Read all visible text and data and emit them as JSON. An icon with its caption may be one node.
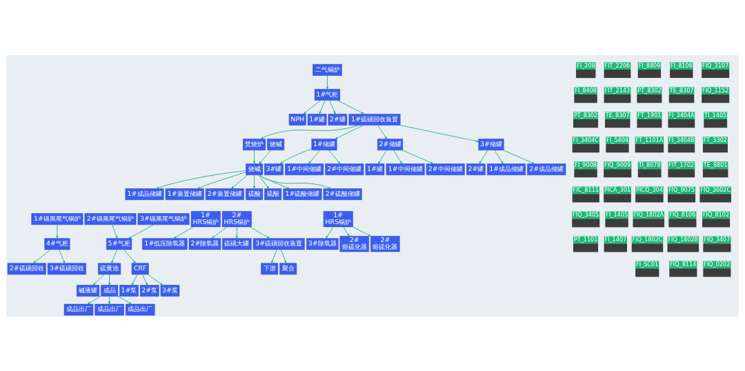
{
  "diagram": {
    "nodes": [
      {
        "text": [
          "二气锅炉"
        ]
      },
      {
        "text": [
          "1#碳黑尾气锅炉"
        ]
      },
      {
        "text": [
          "2#碳黑尾气锅炉"
        ]
      },
      {
        "text": [
          "3#碳黑尾气锅炉"
        ]
      },
      {
        "text": [
          "1# HRS锅炉"
        ]
      },
      {
        "text": [
          "2# HRS锅炉"
        ]
      },
      {
        "text": [
          "1# HRS锅炉"
        ]
      },
      {
        "text": [
          "1#气柜"
        ]
      },
      {
        "text": [
          "4#气柜"
        ]
      },
      {
        "text": [
          "5#气柜"
        ]
      },
      {
        "text": [
          "1#低压除氧器"
        ]
      },
      {
        "text": [
          "2#除氧器"
        ]
      },
      {
        "text": [
          "硫磺大罐"
        ]
      },
      {
        "text": [
          "3#除氧器"
        ]
      },
      {
        "text": [
          "2# 熔硫化器"
        ]
      },
      {
        "text": [
          "2# 熔硫化器"
        ]
      },
      {
        "text": [
          "NPH"
        ]
      },
      {
        "text": [
          "1#罐"
        ]
      },
      {
        "text": [
          "2#罐"
        ]
      },
      {
        "text": [
          "1#硫磺回收装置"
        ]
      },
      {
        "text": [
          "2#硫磺回收"
        ]
      },
      {
        "text": [
          "3#硫磺回收"
        ]
      },
      {
        "text": [
          "3#硫磺回收装置"
        ]
      },
      {
        "text": [
          "焚烧炉"
        ]
      },
      {
        "text": [
          "硫黄池"
        ]
      },
      {
        "text": [
          "CRF"
        ]
      },
      {
        "text": [
          "碱液罐"
        ]
      },
      {
        "text": [
          "1#储罐"
        ]
      },
      {
        "text": [
          "2#储罐"
        ]
      },
      {
        "text": [
          "3#储罐"
        ]
      },
      {
        "text": [
          "3#罐"
        ]
      },
      {
        "text": [
          "1#罐"
        ]
      },
      {
        "text": [
          "2#罐"
        ]
      },
      {
        "text": [
          "1#中间储罐"
        ]
      },
      {
        "text": [
          "2#中间储罐"
        ]
      },
      {
        "text": [
          "1#中间储罐"
        ]
      },
      {
        "text": [
          "2#中间储罐"
        ]
      },
      {
        "text": [
          "1#成品储罐"
        ]
      },
      {
        "text": [
          "2#成品储罐"
        ]
      },
      {
        "text": [
          "1#成品储罐"
        ]
      },
      {
        "text": [
          "1#装置储罐"
        ]
      },
      {
        "text": [
          "2#装置储罐"
        ]
      },
      {
        "text": [
          "硫酸"
        ]
      },
      {
        "text": [
          "硫酸"
        ]
      },
      {
        "text": [
          "1#硫酸储罐"
        ]
      },
      {
        "text": [
          "2#硫酸储罐"
        ]
      },
      {
        "text": [
          "烧碱"
        ]
      },
      {
        "text": [
          "烧碱"
        ]
      },
      {
        "text": [
          "1#泵"
        ]
      },
      {
        "text": [
          "2#泵"
        ]
      },
      {
        "text": [
          "3#泵"
        ]
      },
      {
        "text": [
          "成品"
        ]
      },
      {
        "text": [
          "成品出厂"
        ]
      },
      {
        "text": [
          "成品出厂"
        ]
      },
      {
        "text": [
          "成品出厂"
        ]
      },
      {
        "text": [
          "下游"
        ]
      },
      {
        "text": [
          "聚合"
        ]
      }
    ],
    "edges": [
      {
        "from": 0,
        "to": 7,
        "arrow": "to"
      },
      {
        "from": 1,
        "to": 8,
        "arrow": "to"
      },
      {
        "from": 2,
        "to": 9,
        "arrow": "to"
      },
      {
        "from": 3,
        "to": 9,
        "arrow": "to"
      },
      {
        "from": 4,
        "to": 10,
        "arrow": "to"
      },
      {
        "from": 5,
        "to": 11,
        "arrow": "to"
      },
      {
        "from": 5,
        "to": 12,
        "arrow": "to"
      },
      {
        "from": 6,
        "to": 13,
        "arrow": "to"
      },
      {
        "from": 6,
        "to": 14,
        "arrow": "to"
      },
      {
        "from": 6,
        "to": 15,
        "arrow": "to"
      },
      {
        "from": 5,
        "to": 22,
        "arrow": "to"
      },
      {
        "from": 7,
        "to": 16,
        "arrow": "to"
      },
      {
        "from": 7,
        "to": 17,
        "arrow": "to"
      },
      {
        "from": 7,
        "to": 18,
        "arrow": "to"
      },
      {
        "from": 7,
        "to": 19,
        "arrow": "to"
      },
      {
        "from": 8,
        "to": 20,
        "arrow": "to"
      },
      {
        "from": 8,
        "to": 21,
        "arrow": "to"
      },
      {
        "from": 19,
        "to": 23,
        "arrow": "to"
      },
      {
        "from": 19,
        "to": 27,
        "arrow": "to"
      },
      {
        "from": 19,
        "to": 28,
        "arrow": "to"
      },
      {
        "from": 19,
        "to": 29,
        "arrow": "to"
      },
      {
        "from": 27,
        "to": 30,
        "arrow": "to"
      },
      {
        "from": 27,
        "to": 33,
        "arrow": "to"
      },
      {
        "from": 27,
        "to": 34,
        "arrow": "to"
      },
      {
        "from": 28,
        "to": 31,
        "arrow": "to"
      },
      {
        "from": 28,
        "to": 35,
        "arrow": "to"
      },
      {
        "from": 28,
        "to": 36,
        "arrow": "to"
      },
      {
        "from": 29,
        "to": 32,
        "arrow": "to"
      },
      {
        "from": 29,
        "to": 37,
        "arrow": "to"
      },
      {
        "from": 29,
        "to": 38,
        "arrow": "to"
      },
      {
        "from": 23,
        "to": 46,
        "arrow": "to"
      },
      {
        "from": 46,
        "to": 39,
        "arrow": "to"
      },
      {
        "from": 46,
        "to": 40,
        "arrow": "to"
      },
      {
        "from": 46,
        "to": 41,
        "arrow": "to"
      },
      {
        "from": 46,
        "to": 42,
        "arrow": "to"
      },
      {
        "from": 46,
        "to": 43,
        "arrow": "to"
      },
      {
        "from": 46,
        "to": 44,
        "arrow": "to"
      },
      {
        "from": 46,
        "to": 45,
        "arrow": "to"
      },
      {
        "from": 9,
        "to": 24,
        "arrow": "to"
      },
      {
        "from": 9,
        "to": 25,
        "arrow": "to"
      },
      {
        "from": 25,
        "to": 48,
        "arrow": "to"
      },
      {
        "from": 25,
        "to": 49,
        "arrow": "to"
      },
      {
        "from": 25,
        "to": 50,
        "arrow": "to"
      },
      {
        "from": 47,
        "to": 46,
        "arrow": "to"
      },
      {
        "from": 24,
        "to": 26,
        "arrow": "to"
      },
      {
        "from": 24,
        "to": 51,
        "arrow": "to"
      },
      {
        "from": 51,
        "to": 52,
        "arrow": "to"
      },
      {
        "from": 51,
        "to": 53,
        "arrow": "to"
      },
      {
        "from": 51,
        "to": 54,
        "arrow": "to"
      },
      {
        "from": 22,
        "to": 55,
        "arrow": "to"
      },
      {
        "from": 22,
        "to": 56,
        "arrow": "to"
      }
    ],
    "labels": [
      "FIQ_3107",
      "FI_8106",
      "FI_8809",
      "FIT_2206",
      "FI_208",
      "FIQ_1152",
      "TE_8307",
      "PT_8302",
      "FIT_2143",
      "FI_8408",
      "TI_1405",
      "FI_3404A",
      "FT_1901",
      "TE_8307",
      "PT_8302",
      "FT_3302",
      "FI_3404B",
      "FT_1101A",
      "FI_5404",
      "FI_3404C",
      "TE_8801",
      "FIT_1702",
      "TI_8078",
      "FIQ_9009",
      "FI_9008",
      "FIQ_3602C",
      "FIQ_9075",
      "PICQ_304",
      "PICA_301",
      "FIC_8111",
      "FIQ_8102",
      "FIQ_8106",
      "FIQ_1802A",
      "FI_1405",
      "FIQ_3405",
      "FIQ_3407",
      "FIQ_1802B",
      "FIQ_1802C",
      "FI_1407",
      "PT_1101",
      "FIQ_0202",
      "FIQ_8114",
      "FI_SC01"
    ]
  }
}
